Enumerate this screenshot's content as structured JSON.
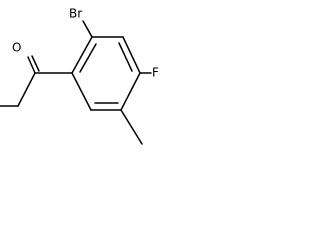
{
  "molecule": {
    "atoms": {
      "bromine": "Br",
      "fluorine": "F",
      "oxygen": "O"
    },
    "colors": {
      "bond": "#000000",
      "label": "#000000",
      "background": "#ffffff"
    }
  }
}
